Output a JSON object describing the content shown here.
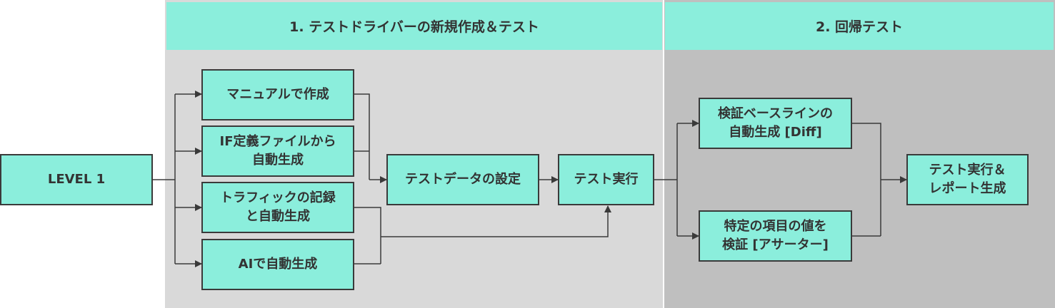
{
  "headers": {
    "phase1": "1. テストドライバーの新規作成＆テスト",
    "phase2": "2. 回帰テスト"
  },
  "nodes": {
    "level": "LEVEL 1",
    "manual": "マニュアルで作成",
    "if_file": "IF定義ファイルから\n自動生成",
    "traffic": "トラフィックの記録\nと自動生成",
    "ai": "AIで自動生成",
    "testdata": "テストデータの設定",
    "run": "テスト実行",
    "baseline": "検証ベースラインの\n自動生成 [Diff]",
    "assert": "特定の項目の値を\n検証 [アサーター]",
    "report": "テスト実行＆\nレポート生成"
  },
  "colors": {
    "header_bg": "#8beedc",
    "box_bg": "#8beedc",
    "panel1_bg": "#d9d9d9",
    "panel2_bg": "#bfbfbf",
    "border": "#3a3a3a",
    "text": "#333333"
  }
}
